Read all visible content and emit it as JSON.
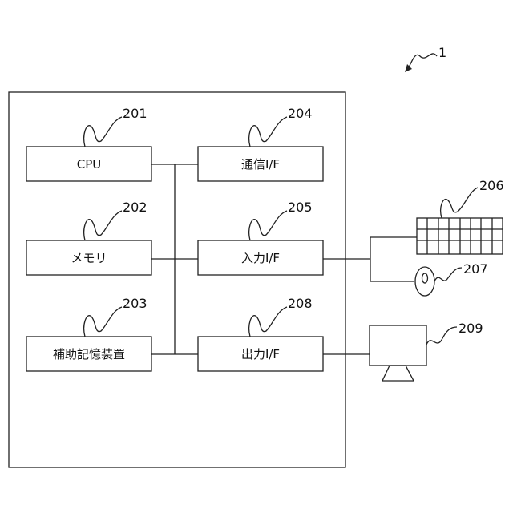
{
  "figure": {
    "system_ref": "1"
  },
  "blocks": {
    "cpu": {
      "label": "CPU",
      "ref": "201"
    },
    "memory": {
      "label": "メモリ",
      "ref": "202"
    },
    "storage": {
      "label": "補助記憶装置",
      "ref": "203"
    },
    "comm_if": {
      "label": "通信I/F",
      "ref": "204"
    },
    "input_if": {
      "label": "入力I/F",
      "ref": "205"
    },
    "output_if": {
      "label": "出力I/F",
      "ref": "208"
    }
  },
  "peripherals": {
    "keyboard": {
      "ref": "206"
    },
    "mouse": {
      "ref": "207"
    },
    "monitor": {
      "ref": "209"
    }
  }
}
